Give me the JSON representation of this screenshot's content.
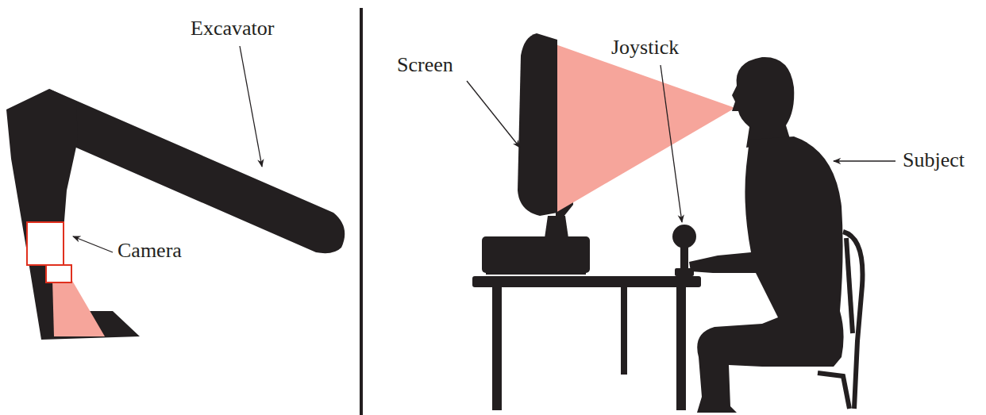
{
  "diagram": {
    "labels": [
      "Excavator",
      "Camera",
      "Screen",
      "Joystick",
      "Subject"
    ]
  }
}
